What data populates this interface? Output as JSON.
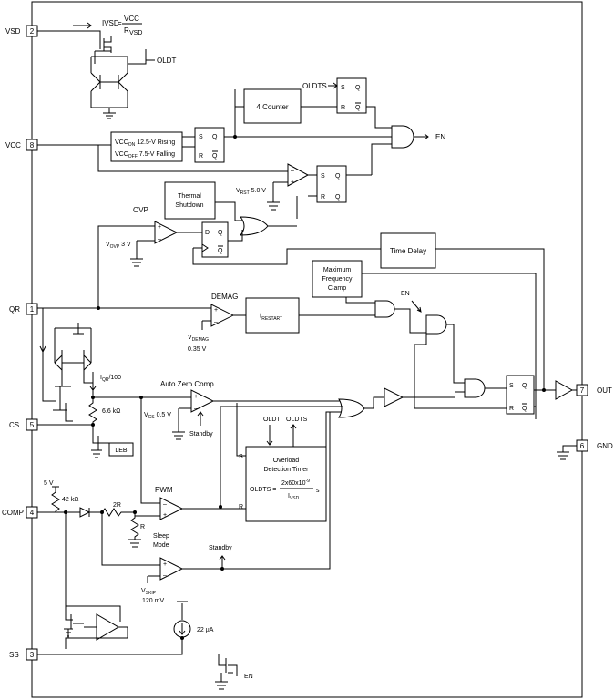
{
  "pins": {
    "vsd": {
      "name": "VSD",
      "num": "2"
    },
    "vcc": {
      "name": "VCC",
      "num": "8"
    },
    "qr": {
      "name": "QR",
      "num": "1"
    },
    "cs": {
      "name": "CS",
      "num": "5"
    },
    "comp": {
      "name": "COMP",
      "num": "4"
    },
    "ss": {
      "name": "SS",
      "num": "3"
    },
    "out": {
      "name": "OUT",
      "num": "7"
    },
    "gnd": {
      "name": "GND",
      "num": "6"
    }
  },
  "labels": {
    "ivsd": "IVSD",
    "ivsd_eq": "=",
    "vcc_over": "VCC",
    "rvsd": "R",
    "rvsd_sub": "VSD",
    "oldt": "OLDT",
    "oldts": "OLDTS",
    "counter": "4 Counter",
    "en_out": "EN",
    "uvlo_line1": "VCC",
    "uvlo_on": "ON",
    "uvlo_line1b": " 12.5-V Rising",
    "uvlo_line2": "VCC",
    "uvlo_off": "OFF",
    "uvlo_line2b": " 7.5-V Falling",
    "thermal1": "Thermal",
    "thermal2": "Shutdown",
    "vrst": "V",
    "vrst_sub": "RST",
    "vrst_val": " 5.0 V",
    "ovp": "OVP",
    "vovp": "V",
    "vovp_sub": "OVP",
    "vovp_val": " 3 V",
    "time_delay": "Time Delay",
    "maxfreq1": "Maximum",
    "maxfreq2": "Frequency",
    "maxfreq3": "Clamp",
    "demag": "DEMAG",
    "trestart": "t",
    "trestart_sub": "RESTART",
    "vdemag": "V",
    "vdemag_sub": "DEMAG",
    "vdemag_val": "0.35 V",
    "en_small": "EN",
    "iqr": "I",
    "iqr_sub": "QR",
    "iqr_val": "/100",
    "r66k": "6.6 kΩ",
    "autozero": "Auto Zero Comp",
    "vcs": "V",
    "vcs_sub": "CS",
    "vcs_val": " 0.5 V",
    "standby1": "Standby",
    "leb": "LEB",
    "oldt2": "OLDT",
    "oldts2": "OLDTS",
    "overload1": "Overload",
    "overload2": "Detection Timer",
    "oldts_eq": "OLDTS =",
    "oldts_num": "2x60x10",
    "oldts_exp": "-9",
    "oldts_den": "I",
    "oldts_den_sub": "VSD",
    "oldts_unit": "s",
    "s_in": "S",
    "r_in": "R",
    "pwm": "PWM",
    "fivev": "5 V",
    "r42k": "42 kΩ",
    "r2r": "2R",
    "r1r": "R",
    "sleep1": "Sleep",
    "sleep2": "Mode",
    "standby2": "Standby",
    "vskip": "V",
    "vskip_sub": "SKIP",
    "vskip_val": "120 mV",
    "i22": "22 µA",
    "en_ss": "EN",
    "ff_s": "S",
    "ff_r": "R",
    "ff_q": "Q",
    "ff_qb": "Q",
    "ff_d": "D",
    "plus": "+",
    "minus": "–"
  }
}
